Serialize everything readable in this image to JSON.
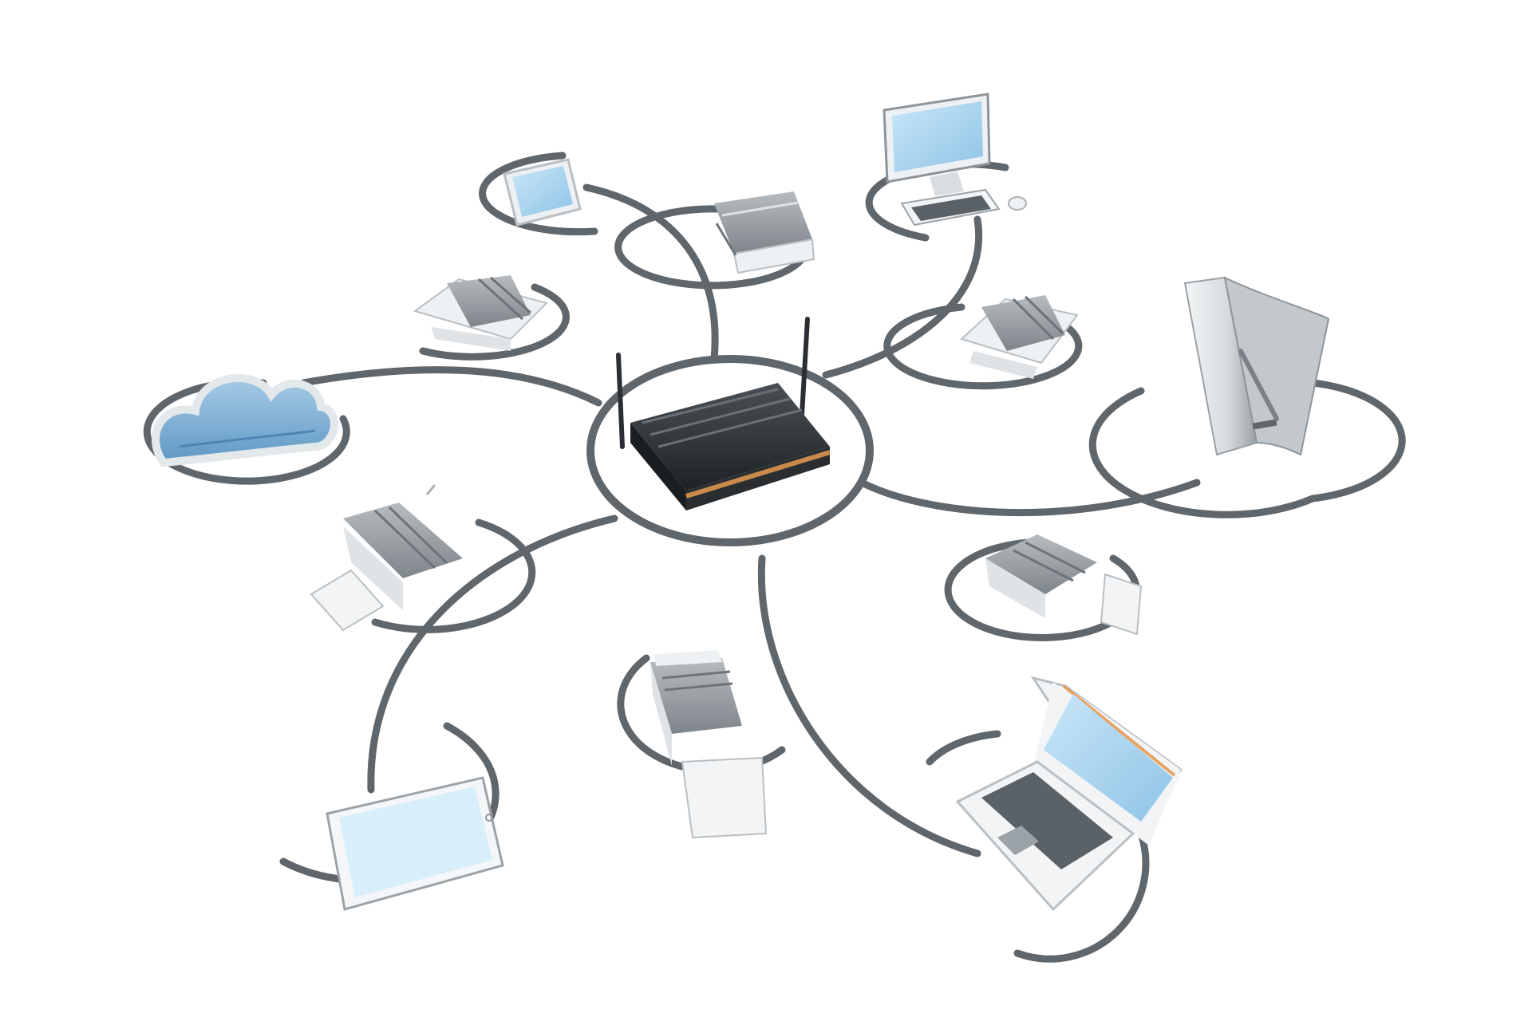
{
  "scene": {
    "subject": "network-diagram-illustration",
    "colors": {
      "background": "#ffffff",
      "connector": "#5f666c",
      "screen": "#a8d4ef",
      "cloud": "#7fb3d6",
      "router_body": "#2b2f33",
      "router_trim": "#c98a4b",
      "device_gray": "#8d9397",
      "device_light": "#eceff1"
    },
    "hub": {
      "device": "wireless-router",
      "icon": "router-icon"
    },
    "nodes": [
      {
        "device": "tablet-small",
        "icon": "tablet-icon"
      },
      {
        "device": "printer",
        "icon": "printer-icon"
      },
      {
        "device": "desktop-computer",
        "icon": "desktop-icon"
      },
      {
        "device": "printer",
        "icon": "printer-icon"
      },
      {
        "device": "printer",
        "icon": "printer-icon"
      },
      {
        "device": "cloud",
        "icon": "cloud-icon"
      },
      {
        "device": "server-tower",
        "icon": "server-icon"
      },
      {
        "device": "printer",
        "icon": "printer-icon"
      },
      {
        "device": "printer",
        "icon": "printer-icon"
      },
      {
        "device": "printer",
        "icon": "printer-icon"
      },
      {
        "device": "tablet-large",
        "icon": "tablet-icon"
      },
      {
        "device": "laptop",
        "icon": "laptop-icon"
      }
    ]
  }
}
